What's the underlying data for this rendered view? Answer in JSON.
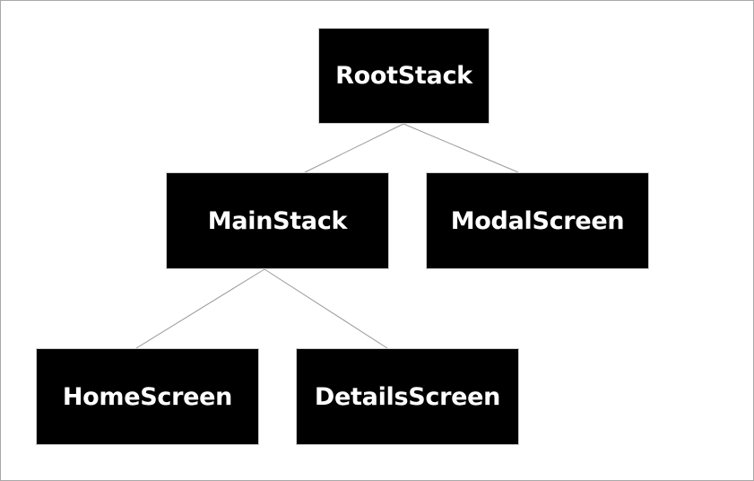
{
  "diagram": {
    "nodes": [
      {
        "id": "root",
        "label": "RootStack"
      },
      {
        "id": "main",
        "label": "MainStack"
      },
      {
        "id": "modal",
        "label": "ModalScreen"
      },
      {
        "id": "home",
        "label": "HomeScreen"
      },
      {
        "id": "details",
        "label": "DetailsScreen"
      }
    ],
    "edges": [
      {
        "from": "root",
        "to": "main"
      },
      {
        "from": "root",
        "to": "modal"
      },
      {
        "from": "main",
        "to": "home"
      },
      {
        "from": "main",
        "to": "details"
      }
    ]
  },
  "colors": {
    "node_fill": "#000000",
    "node_text": "#ffffff",
    "edge": "#9a9a9a",
    "background": "#ffffff"
  }
}
